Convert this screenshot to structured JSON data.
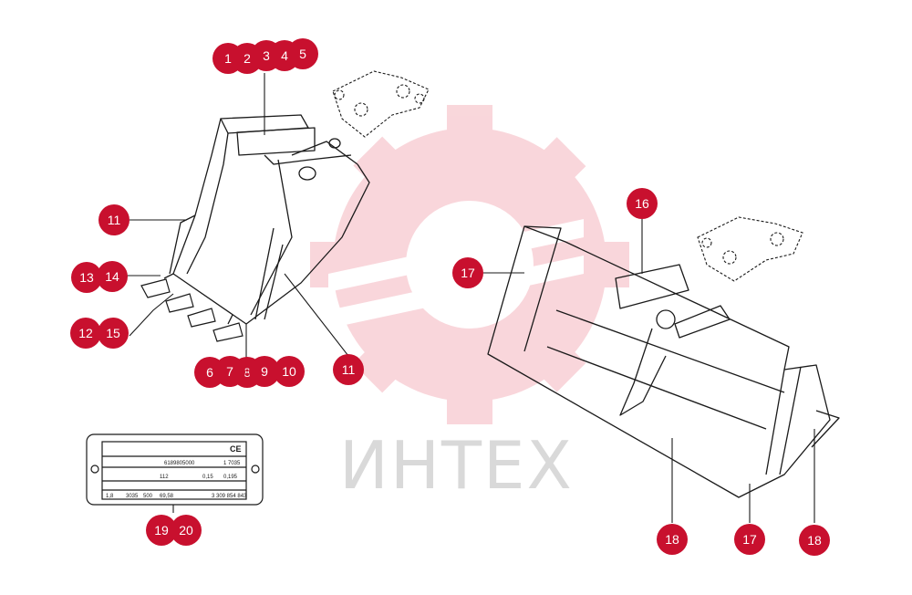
{
  "colors": {
    "callout": "#c8102e",
    "line": "#1a1a1a",
    "watermark_gear": "#f7c9cf",
    "watermark_text": "#d9d9d9"
  },
  "watermark": {
    "text": "ИНТЕХ"
  },
  "callouts": [
    {
      "label": "1"
    },
    {
      "label": "2"
    },
    {
      "label": "3"
    },
    {
      "label": "4"
    },
    {
      "label": "5"
    },
    {
      "label": "11"
    },
    {
      "label": "13"
    },
    {
      "label": "14"
    },
    {
      "label": "12"
    },
    {
      "label": "15"
    },
    {
      "label": "6"
    },
    {
      "label": "7"
    },
    {
      "label": "8"
    },
    {
      "label": "9"
    },
    {
      "label": "10"
    },
    {
      "label": "11"
    },
    {
      "label": "16"
    },
    {
      "label": "17"
    },
    {
      "label": "18"
    },
    {
      "label": "17"
    },
    {
      "label": "18"
    },
    {
      "label": "19"
    },
    {
      "label": "20"
    }
  ],
  "nameplate": {
    "row1": [
      "",
      "",
      "",
      "",
      "",
      ""
    ],
    "row2": [
      "",
      "",
      "",
      "6189805000",
      "",
      "1 7035"
    ],
    "row3": [
      "",
      "",
      "112",
      "",
      "0,15",
      "0,195"
    ],
    "row4": [
      "1,8",
      "3035",
      "500",
      "69,58",
      "",
      "3 309 854 843"
    ]
  }
}
